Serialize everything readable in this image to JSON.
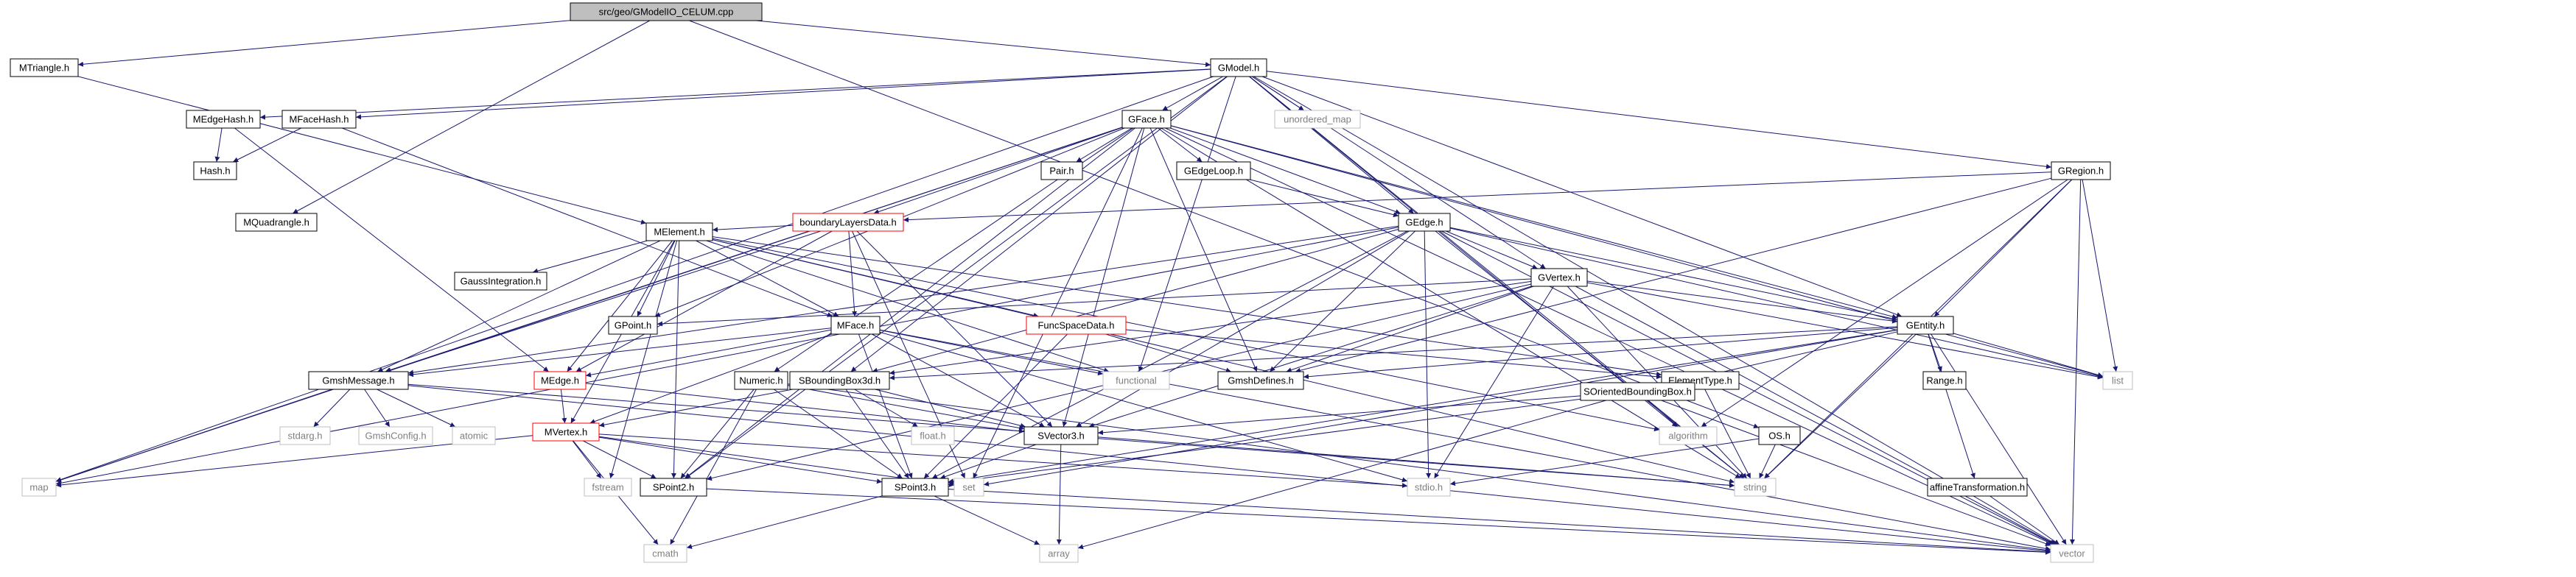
{
  "title": "src/geo/GModelIO_CELUM.cpp",
  "colors": {
    "edge": "#191970",
    "node_border": "#000000",
    "system_border": "#bfbfbf",
    "system_text": "#7f7f7f",
    "truncated_border": "#ff0000",
    "root_fill": "#bfbfbf"
  },
  "nodes": [
    {
      "id": "root",
      "label": "src/geo/GModelIO_CELUM.cpp",
      "kind": "root"
    },
    {
      "id": "mtriangle",
      "label": "MTriangle.h",
      "kind": "header"
    },
    {
      "id": "gmodel",
      "label": "GModel.h",
      "kind": "header"
    },
    {
      "id": "medgehash",
      "label": "MEdgeHash.h",
      "kind": "header"
    },
    {
      "id": "mfacehash",
      "label": "MFaceHash.h",
      "kind": "header"
    },
    {
      "id": "hash",
      "label": "Hash.h",
      "kind": "header"
    },
    {
      "id": "gface",
      "label": "GFace.h",
      "kind": "header"
    },
    {
      "id": "unordered_map",
      "label": "unordered_map",
      "kind": "system"
    },
    {
      "id": "pair",
      "label": "Pair.h",
      "kind": "header"
    },
    {
      "id": "gedgeloop",
      "label": "GEdgeLoop.h",
      "kind": "header"
    },
    {
      "id": "gregion",
      "label": "GRegion.h",
      "kind": "header"
    },
    {
      "id": "mquadrangle",
      "label": "MQuadrangle.h",
      "kind": "header"
    },
    {
      "id": "boundarylayers",
      "label": "boundaryLayersData.h",
      "kind": "truncated"
    },
    {
      "id": "gedge",
      "label": "GEdge.h",
      "kind": "header"
    },
    {
      "id": "melement",
      "label": "MElement.h",
      "kind": "header"
    },
    {
      "id": "gvertex",
      "label": "GVertex.h",
      "kind": "header"
    },
    {
      "id": "gaussint",
      "label": "GaussIntegration.h",
      "kind": "header"
    },
    {
      "id": "gpoint",
      "label": "GPoint.h",
      "kind": "header"
    },
    {
      "id": "mface",
      "label": "MFace.h",
      "kind": "header"
    },
    {
      "id": "funcspace",
      "label": "FuncSpaceData.h",
      "kind": "truncated"
    },
    {
      "id": "gentity",
      "label": "GEntity.h",
      "kind": "header"
    },
    {
      "id": "gmshmessage",
      "label": "GmshMessage.h",
      "kind": "header"
    },
    {
      "id": "medge",
      "label": "MEdge.h",
      "kind": "truncated"
    },
    {
      "id": "numeric",
      "label": "Numeric.h",
      "kind": "header"
    },
    {
      "id": "sboundingbox",
      "label": "SBoundingBox3d.h",
      "kind": "header"
    },
    {
      "id": "functional",
      "label": "functional",
      "kind": "system"
    },
    {
      "id": "gmshdefines",
      "label": "GmshDefines.h",
      "kind": "header"
    },
    {
      "id": "elementtype",
      "label": "ElementType.h",
      "kind": "header"
    },
    {
      "id": "soriented",
      "label": "SOrientedBoundingBox.h",
      "kind": "header"
    },
    {
      "id": "range",
      "label": "Range.h",
      "kind": "header"
    },
    {
      "id": "list",
      "label": "list",
      "kind": "system"
    },
    {
      "id": "stdarg",
      "label": "stdarg.h",
      "kind": "system"
    },
    {
      "id": "gmshconfig",
      "label": "GmshConfig.h",
      "kind": "system"
    },
    {
      "id": "atomic",
      "label": "atomic",
      "kind": "system"
    },
    {
      "id": "mvertex",
      "label": "MVertex.h",
      "kind": "truncated"
    },
    {
      "id": "floath",
      "label": "float.h",
      "kind": "system"
    },
    {
      "id": "svector3",
      "label": "SVector3.h",
      "kind": "header"
    },
    {
      "id": "algorithm",
      "label": "algorithm",
      "kind": "system"
    },
    {
      "id": "osh",
      "label": "OS.h",
      "kind": "header"
    },
    {
      "id": "map",
      "label": "map",
      "kind": "system"
    },
    {
      "id": "fstream",
      "label": "fstream",
      "kind": "system"
    },
    {
      "id": "spoint2",
      "label": "SPoint2.h",
      "kind": "header"
    },
    {
      "id": "set",
      "label": "set",
      "kind": "system"
    },
    {
      "id": "stdioh",
      "label": "stdio.h",
      "kind": "system"
    },
    {
      "id": "string",
      "label": "string",
      "kind": "system"
    },
    {
      "id": "affine",
      "label": "affineTransformation.h",
      "kind": "header"
    },
    {
      "id": "spoint3",
      "label": "SPoint3.h",
      "kind": "header"
    },
    {
      "id": "cmath",
      "label": "cmath",
      "kind": "system"
    },
    {
      "id": "array",
      "label": "array",
      "kind": "system"
    },
    {
      "id": "vector",
      "label": "vector",
      "kind": "system"
    }
  ],
  "edges": [
    [
      "root",
      "mtriangle"
    ],
    [
      "root",
      "gmodel"
    ],
    [
      "root",
      "mquadrangle"
    ],
    [
      "root",
      "osh"
    ],
    [
      "mtriangle",
      "melement"
    ],
    [
      "gmodel",
      "medgehash"
    ],
    [
      "gmodel",
      "mfacehash"
    ],
    [
      "gmodel",
      "gface"
    ],
    [
      "gmodel",
      "unordered_map"
    ],
    [
      "gmodel",
      "gregion"
    ],
    [
      "gmodel",
      "gedge"
    ],
    [
      "gmodel",
      "gvertex"
    ],
    [
      "gmodel",
      "map"
    ],
    [
      "gmodel",
      "spoint2"
    ],
    [
      "gmodel",
      "sboundingbox"
    ],
    [
      "gmodel",
      "functional"
    ],
    [
      "gmodel",
      "algorithm"
    ],
    [
      "gmodel",
      "string"
    ],
    [
      "gmodel",
      "vector"
    ],
    [
      "gmodel",
      "gentity"
    ],
    [
      "medgehash",
      "hash"
    ],
    [
      "medgehash",
      "medge"
    ],
    [
      "mfacehash",
      "hash"
    ],
    [
      "mfacehash",
      "mface"
    ],
    [
      "gface",
      "pair"
    ],
    [
      "gface",
      "gedgeloop"
    ],
    [
      "gface",
      "boundarylayers"
    ],
    [
      "gface",
      "gedge"
    ],
    [
      "gface",
      "gentity"
    ],
    [
      "gface",
      "gpoint"
    ],
    [
      "gface",
      "numeric"
    ],
    [
      "gface",
      "svector3"
    ],
    [
      "gface",
      "gmshdefines"
    ],
    [
      "gface",
      "set"
    ],
    [
      "gface",
      "list"
    ],
    [
      "gface",
      "vector"
    ],
    [
      "gface",
      "string"
    ],
    [
      "gface",
      "map"
    ],
    [
      "gface",
      "spoint2"
    ],
    [
      "gface",
      "gmshmessage"
    ],
    [
      "gedgeloop",
      "gedge"
    ],
    [
      "gregion",
      "gentity"
    ],
    [
      "gregion",
      "boundarylayers"
    ],
    [
      "gregion",
      "gmshdefines"
    ],
    [
      "gregion",
      "list"
    ],
    [
      "gregion",
      "algorithm"
    ],
    [
      "gregion",
      "string"
    ],
    [
      "gregion",
      "vector"
    ],
    [
      "boundarylayers",
      "melement"
    ],
    [
      "boundarylayers",
      "mface"
    ],
    [
      "boundarylayers",
      "svector3"
    ],
    [
      "boundarylayers",
      "set"
    ],
    [
      "boundarylayers",
      "gmshmessage"
    ],
    [
      "boundarylayers",
      "medge"
    ],
    [
      "gedge",
      "gvertex"
    ],
    [
      "gedge",
      "gentity"
    ],
    [
      "gedge",
      "gmshdefines"
    ],
    [
      "gedge",
      "svector3"
    ],
    [
      "gedge",
      "spoint3"
    ],
    [
      "gedge",
      "sboundingbox"
    ],
    [
      "gedge",
      "gmshmessage"
    ],
    [
      "gedge",
      "map"
    ],
    [
      "gedge",
      "list"
    ],
    [
      "gedge",
      "vector"
    ],
    [
      "gedge",
      "stdioh"
    ],
    [
      "gedge",
      "string"
    ],
    [
      "melement",
      "gaussint"
    ],
    [
      "melement",
      "gpoint"
    ],
    [
      "melement",
      "mface"
    ],
    [
      "melement",
      "funcspace"
    ],
    [
      "melement",
      "gmshmessage"
    ],
    [
      "melement",
      "medge"
    ],
    [
      "melement",
      "mvertex"
    ],
    [
      "melement",
      "elementtype"
    ],
    [
      "melement",
      "functional"
    ],
    [
      "melement",
      "string"
    ],
    [
      "melement",
      "fstream"
    ],
    [
      "melement",
      "spoint2"
    ],
    [
      "melement",
      "algorithm"
    ],
    [
      "gvertex",
      "gentity"
    ],
    [
      "gvertex",
      "gpoint"
    ],
    [
      "gvertex",
      "gmshdefines"
    ],
    [
      "gvertex",
      "spoint2"
    ],
    [
      "gvertex",
      "svector3"
    ],
    [
      "gvertex",
      "stdioh"
    ],
    [
      "gvertex",
      "string"
    ],
    [
      "gvertex",
      "list"
    ],
    [
      "gvertex",
      "vector"
    ],
    [
      "gvertex",
      "sboundingbox"
    ],
    [
      "mface",
      "mvertex"
    ],
    [
      "mface",
      "svector3"
    ],
    [
      "mface",
      "gmshmessage"
    ],
    [
      "mface",
      "medge"
    ],
    [
      "mface",
      "spoint3"
    ],
    [
      "mface",
      "functional"
    ],
    [
      "mface",
      "vector"
    ],
    [
      "mface",
      "stdioh"
    ],
    [
      "funcspace",
      "elementtype"
    ],
    [
      "funcspace",
      "gmshdefines"
    ],
    [
      "funcspace",
      "spoint3"
    ],
    [
      "gentity",
      "range"
    ],
    [
      "gentity",
      "list"
    ],
    [
      "gentity",
      "string"
    ],
    [
      "gentity",
      "vector"
    ],
    [
      "gentity",
      "affine"
    ],
    [
      "gentity",
      "soriented"
    ],
    [
      "gentity",
      "sboundingbox"
    ],
    [
      "gentity",
      "set"
    ],
    [
      "gentity",
      "gmshdefines"
    ],
    [
      "gentity",
      "spoint3"
    ],
    [
      "gmshmessage",
      "stdarg"
    ],
    [
      "gmshmessage",
      "gmshconfig"
    ],
    [
      "gmshmessage",
      "atomic"
    ],
    [
      "gmshmessage",
      "map"
    ],
    [
      "gmshmessage",
      "string"
    ],
    [
      "gmshmessage",
      "vector"
    ],
    [
      "medge",
      "mvertex"
    ],
    [
      "medge",
      "svector3"
    ],
    [
      "numeric",
      "svector3"
    ],
    [
      "numeric",
      "spoint3"
    ],
    [
      "numeric",
      "cmath"
    ],
    [
      "numeric",
      "spoint2"
    ],
    [
      "numeric",
      "vector"
    ],
    [
      "sboundingbox",
      "spoint3"
    ],
    [
      "sboundingbox",
      "svector3"
    ],
    [
      "sboundingbox",
      "floath"
    ],
    [
      "sboundingbox",
      "mvertex"
    ],
    [
      "soriented",
      "svector3"
    ],
    [
      "soriented",
      "spoint3"
    ],
    [
      "soriented",
      "vector"
    ],
    [
      "soriented",
      "algorithm"
    ],
    [
      "soriented",
      "array"
    ],
    [
      "mvertex",
      "spoint2"
    ],
    [
      "mvertex",
      "spoint3"
    ],
    [
      "mvertex",
      "map"
    ],
    [
      "mvertex",
      "set"
    ],
    [
      "mvertex",
      "fstream"
    ],
    [
      "mvertex",
      "cmath"
    ],
    [
      "mvertex",
      "stdioh"
    ],
    [
      "svector3",
      "spoint3"
    ],
    [
      "svector3",
      "array"
    ],
    [
      "svector3",
      "string"
    ],
    [
      "osh",
      "string"
    ],
    [
      "osh",
      "stdioh"
    ],
    [
      "elementtype",
      "string"
    ],
    [
      "affine",
      "vector"
    ],
    [
      "spoint3",
      "cmath"
    ],
    [
      "spoint3",
      "array"
    ],
    [
      "spoint3",
      "vector"
    ],
    [
      "spoint2",
      "vector"
    ]
  ]
}
